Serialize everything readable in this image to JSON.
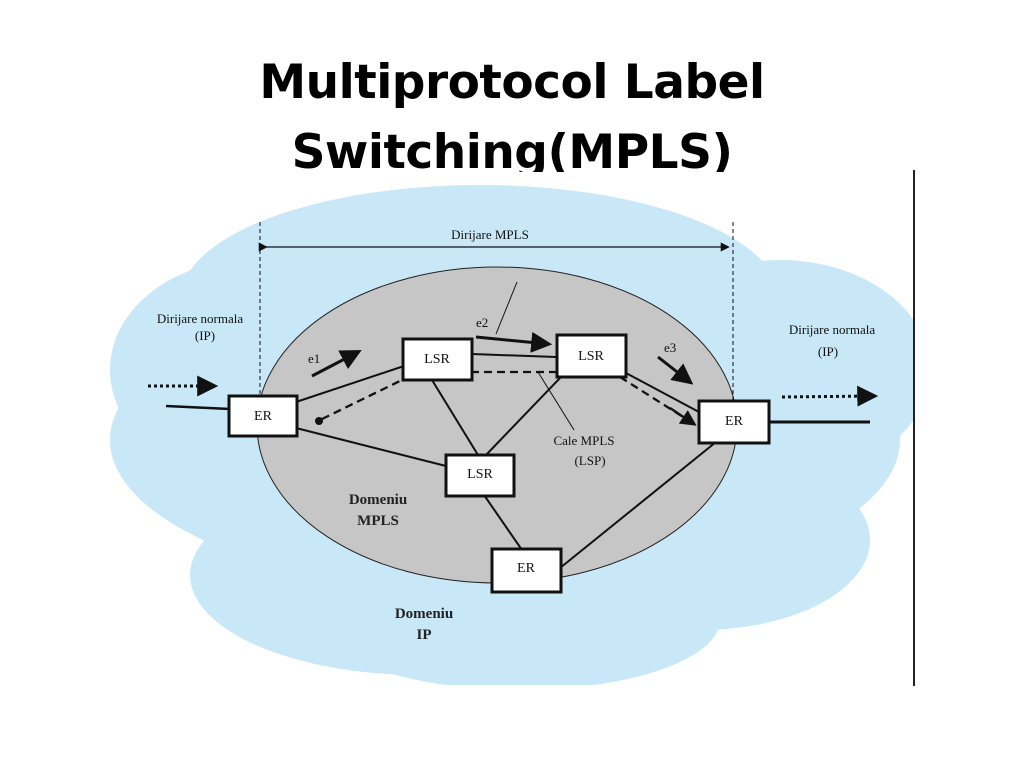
{
  "slide": {
    "title_line1": "Multiprotocol Label",
    "title_line2": "Switching(MPLS)"
  },
  "diagram": {
    "span_label": "Dirijare MPLS",
    "left_routing_line1": "Dirijare normala",
    "left_routing_line2": "(IP)",
    "right_routing_line1": "Dirijare normala",
    "right_routing_line2": "(IP)",
    "mpls_domain_line1": "Domeniu",
    "mpls_domain_line2": "MPLS",
    "ip_domain_line1": "Domeniu",
    "ip_domain_line2": "IP",
    "path_label_line1": "Cale MPLS",
    "path_label_line2": "(LSP)",
    "flows": [
      "e1",
      "e2",
      "e3"
    ],
    "nodes": {
      "er_left": "ER",
      "lsr_top_left": "LSR",
      "lsr_top_right": "LSR",
      "lsr_middle": "LSR",
      "er_bottom": "ER",
      "er_right": "ER"
    },
    "colors": {
      "cloud": "#c9e8f7",
      "domain": "#c6c6c6"
    }
  }
}
